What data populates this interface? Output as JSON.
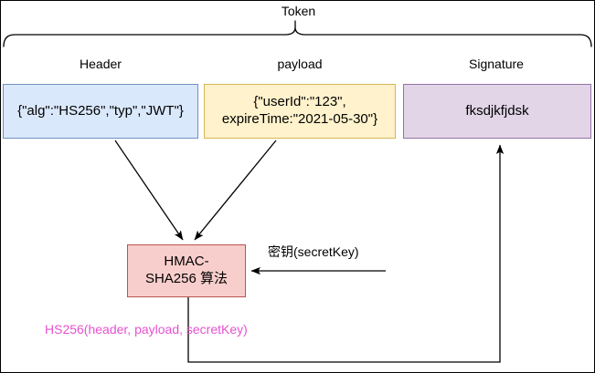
{
  "diagram": {
    "title": "Token",
    "sections": [
      {
        "caption": "Header",
        "content": "{\"alg\":\"HS256\",\"typ\",\"JWT\"}"
      },
      {
        "caption": "payload",
        "content_line1": "{\"userId\":\"123\",",
        "content_line2": "expireTime:\"2021-05-30\"}"
      },
      {
        "caption": "Signature",
        "content": "fksdjkfjdsk"
      }
    ],
    "algorithm_box": {
      "line1": "HMAC-",
      "line2": "SHA256 算法"
    },
    "secret_key_label": "密钥(secretKey)",
    "formula": "HS256(header, payload, secretKey)",
    "colors": {
      "header_fill": "#dae8fc",
      "header_stroke": "#7191c0",
      "payload_fill": "#fff2cc",
      "payload_stroke": "#d6b656",
      "signature_fill": "#e1d5e7",
      "signature_stroke": "#9673a6",
      "algorithm_fill": "#f8cecc",
      "algorithm_stroke": "#b85450",
      "formula_text": "#e652d0",
      "edge_stroke": "#000000",
      "background": "#ffffff"
    }
  }
}
